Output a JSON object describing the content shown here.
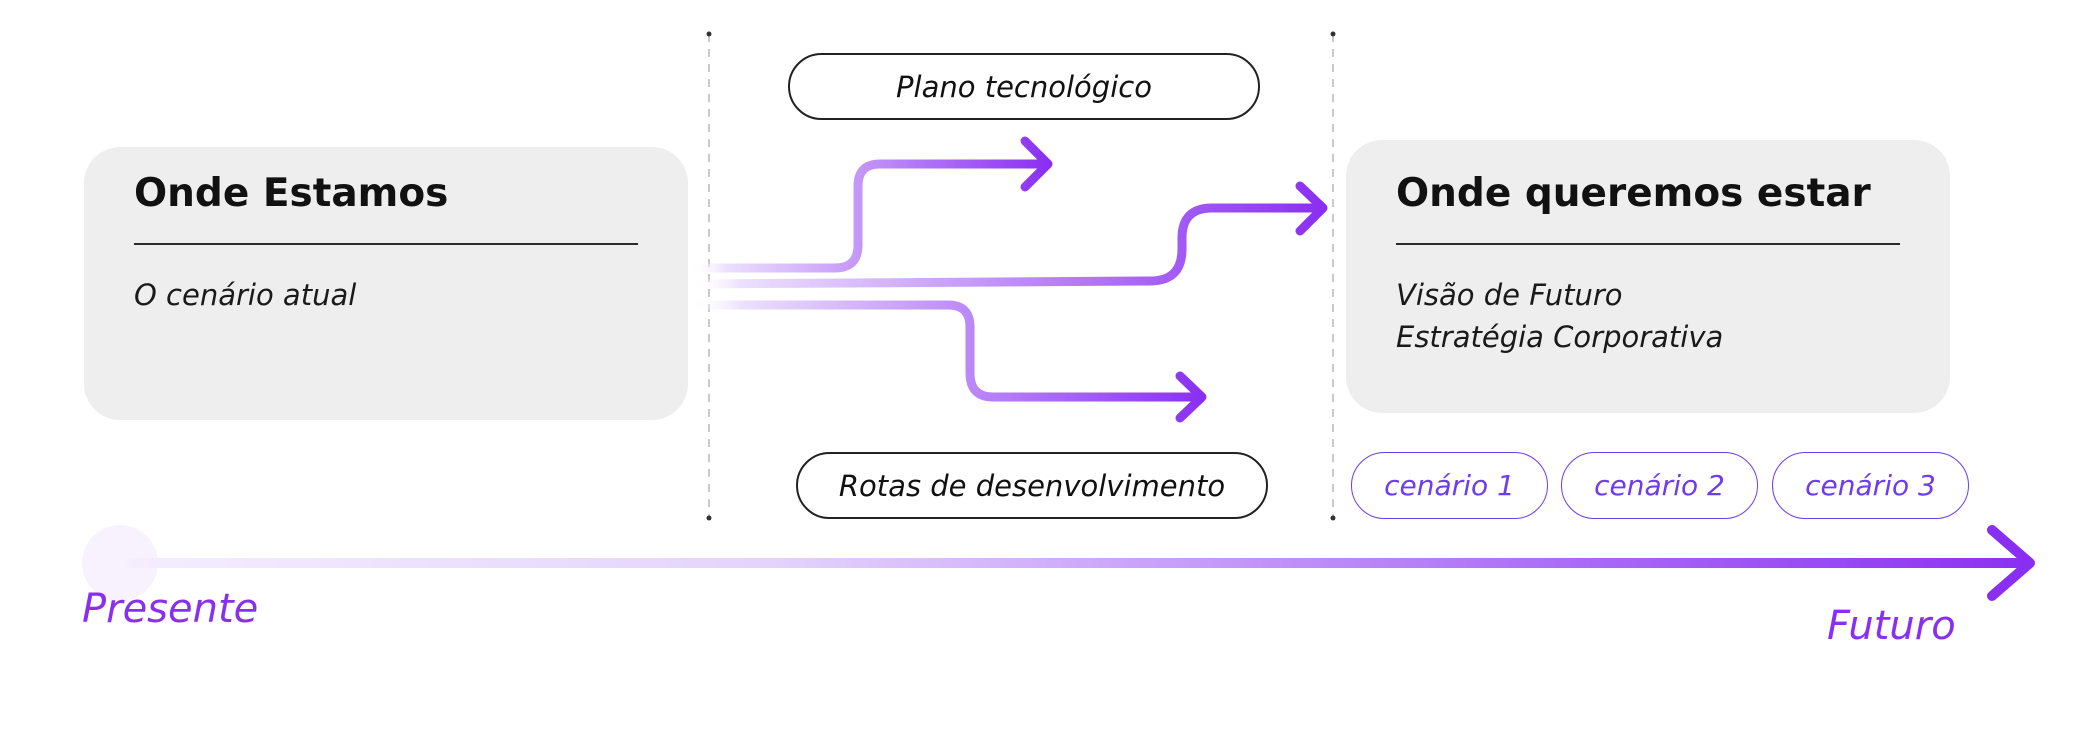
{
  "left_card": {
    "title": "Onde Estamos",
    "lines": [
      "O cenário atual"
    ]
  },
  "right_card": {
    "title": "Onde queremos estar",
    "lines": [
      "Visão de Futuro",
      "Estratégia Corporativa"
    ]
  },
  "top_pill": "Plano tecnológico",
  "bottom_pill": "Rotas de desenvolvimento",
  "scenarios": [
    "cenário 1",
    "cenário 2",
    "cenário 3"
  ],
  "timeline": {
    "start_label": "Presente",
    "end_label": "Futuro"
  },
  "colors": {
    "accent": "#8a2ef2",
    "accent_light": "#e9dcfd",
    "card_bg": "#eeeeee",
    "scenario_border": "#6d3cf0"
  }
}
